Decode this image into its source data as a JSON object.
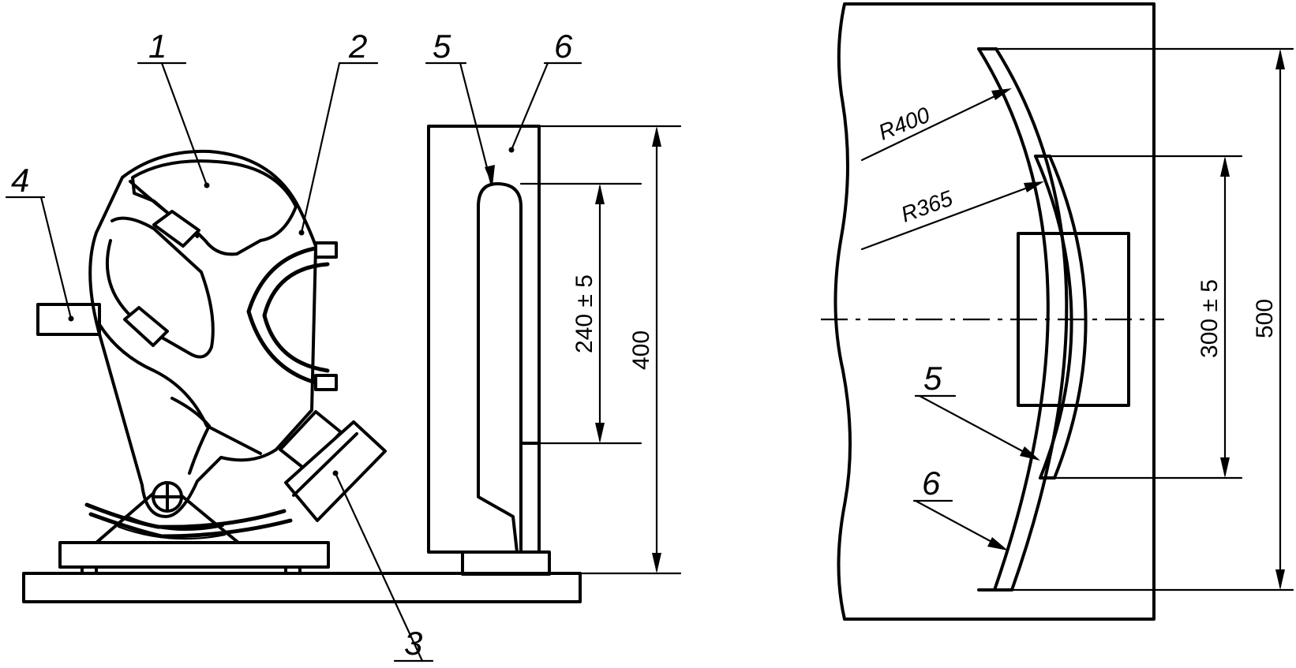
{
  "left_view": {
    "callouts": [
      "1",
      "2",
      "3",
      "4",
      "5",
      "6"
    ],
    "dimensions": {
      "slot_height": "240 ± 5",
      "total_height": "400"
    }
  },
  "right_view": {
    "radii": [
      "R400",
      "R365"
    ],
    "callouts": [
      "5",
      "6"
    ],
    "dimensions": {
      "inner_height": "300 ± 5",
      "outer_height": "500"
    }
  }
}
